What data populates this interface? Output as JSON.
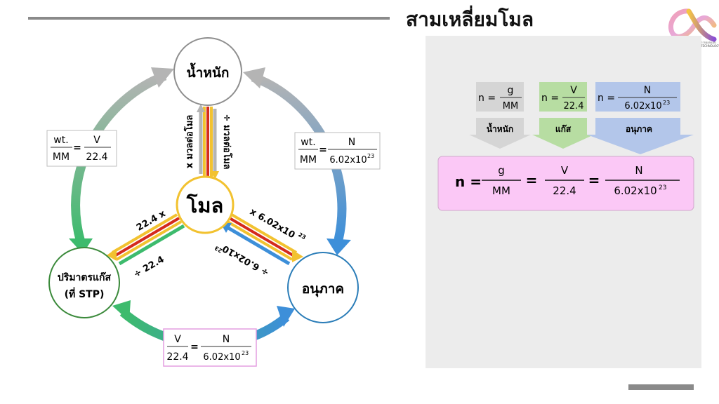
{
  "title": "สามเหลี่ยมโมล",
  "logo": {
    "text": "การออกแบบ TECHNOLOGY"
  },
  "colors": {
    "gray_arrow": "#b4b4b4",
    "green": "#3dbb6d",
    "blue": "#3d8fd9",
    "red": "#d42a1d",
    "yellow": "#f2c230",
    "mass_box": "#d5d5d5",
    "gas_box": "#b7dda2",
    "particle_box": "#b3c6ea",
    "result_box": "#fbc8f6"
  },
  "nodes": {
    "mass": "น้ำหนัก",
    "mole": "โมล",
    "gas_line1": "ปริมาตรแก๊ส",
    "gas_line2": "(ที่ STP)",
    "particles": "อนุภาค"
  },
  "edge_labels": {
    "mass_to_mole": "÷ มวลต่อโมล",
    "mole_to_mass": "x มวลต่อโมล",
    "mole_to_gas": "22.4 x",
    "gas_to_mole": "÷ 22.4",
    "mole_to_particles": "x 6.02x10",
    "particles_to_mole": "÷ 6.02x10",
    "exponent": "23"
  },
  "outer_boxes": {
    "mass_gas": {
      "num1": "wt.",
      "den1": "MM",
      "eq": "=",
      "num2": "V",
      "den2": "22.4"
    },
    "mass_particles": {
      "num1": "wt.",
      "den1": "MM",
      "eq": "=",
      "num2": "N",
      "den2": "6.02x10",
      "exp": "23"
    },
    "gas_particles": {
      "num1": "V",
      "den1": "22.4",
      "eq": "=",
      "num2": "N",
      "den2": "6.02x10",
      "exp": "23"
    }
  },
  "panel": {
    "small_formulas": [
      {
        "lhs": "n =",
        "num": "g",
        "den": "MM",
        "label": "น้ำหนัก"
      },
      {
        "lhs": "n =",
        "num": "V",
        "den": "22.4",
        "label": "แก๊ส"
      },
      {
        "lhs": "n =",
        "num": "N",
        "den": "6.02x10",
        "exp": "23",
        "label": "อนุภาค"
      }
    ],
    "combined": {
      "lhs": "n =",
      "num1": "g",
      "den1": "MM",
      "eq": "=",
      "num2": "V",
      "den2": "22.4",
      "num3": "N",
      "den3": "6.02x10",
      "exp": "23"
    }
  }
}
